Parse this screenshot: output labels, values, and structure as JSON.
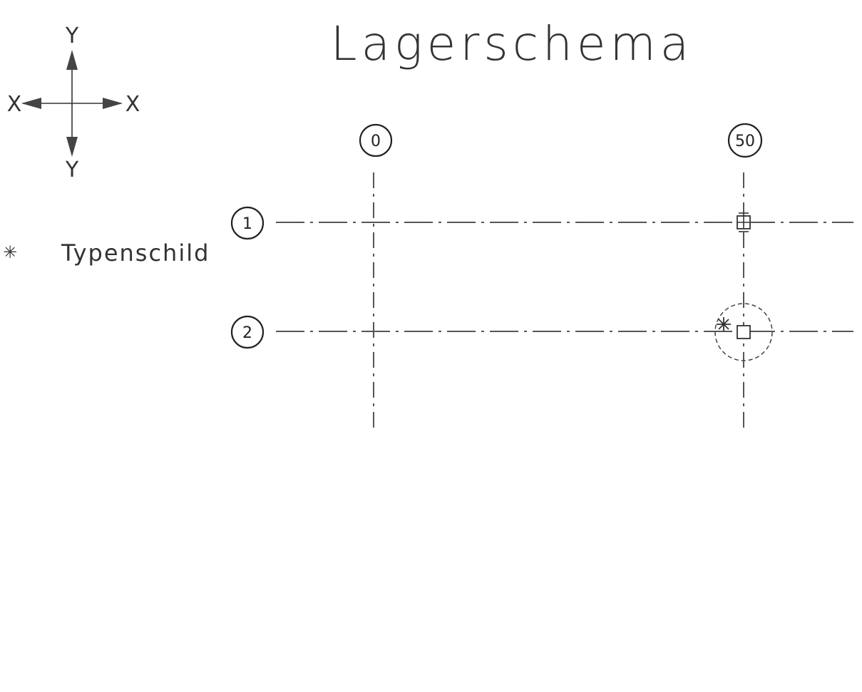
{
  "title": "Lagerschema",
  "axes_legend": {
    "y_top": "Y",
    "y_bottom": "Y",
    "x_left": "X",
    "x_right": "X",
    "arrow_color": "#444444"
  },
  "legend": {
    "symbol": "✳",
    "symbol_icon": "asterisk-icon",
    "label": "Typenschild"
  },
  "grid": {
    "columns": [
      {
        "label": "0"
      },
      {
        "label": "50"
      }
    ],
    "rows": [
      {
        "label": "1"
      },
      {
        "label": "2"
      }
    ]
  },
  "bearings": [
    {
      "column": "50",
      "row": "1",
      "icon": "bearing-square-icon",
      "nameplate": false
    },
    {
      "column": "50",
      "row": "2",
      "icon": "bearing-square-icon",
      "nameplate": true
    }
  ],
  "colors": {
    "ink": "#333333",
    "background": "#ffffff"
  }
}
